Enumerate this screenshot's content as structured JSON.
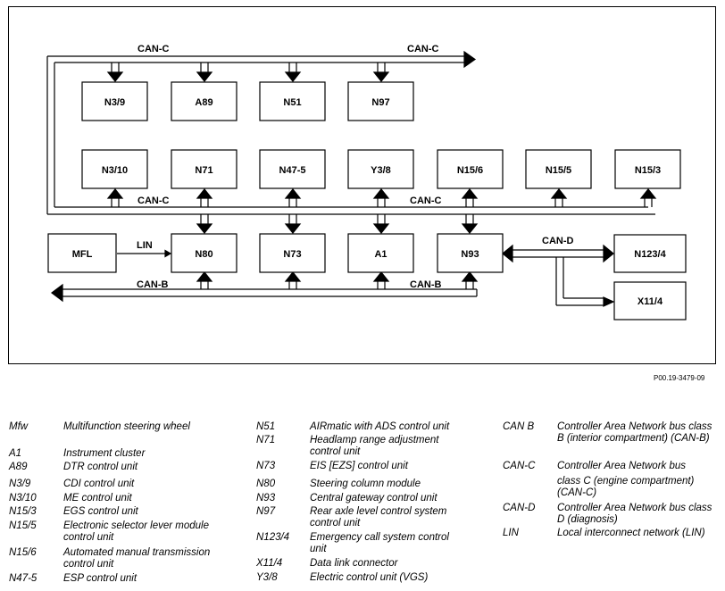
{
  "diagram": {
    "nodes": {
      "n3_9": "N3/9",
      "a89": "A89",
      "n51": "N51",
      "n97": "N97",
      "n3_10": "N3/10",
      "n71": "N71",
      "n47_5": "N47-5",
      "y3_8": "Y3/8",
      "n15_6": "N15/6",
      "n15_5": "N15/5",
      "n15_3": "N15/3",
      "mfl": "MFL",
      "n80": "N80",
      "n73": "N73",
      "a1": "A1",
      "n93": "N93",
      "n123_4": "N123/4",
      "x11_4": "X11/4"
    },
    "bus_labels": {
      "can_c_top_left": "CAN-C",
      "can_c_top_right": "CAN-C",
      "can_c_mid_left": "CAN-C",
      "can_c_mid_right": "CAN-C",
      "lin": "LIN",
      "can_d": "CAN-D",
      "can_b_left": "CAN-B",
      "can_b_right": "CAN-B"
    },
    "reference": "P00.19-3479-09"
  },
  "legend": {
    "col1": [
      {
        "code": "Mfw",
        "desc": "Multifunction steering wheel"
      },
      {
        "code": "A1",
        "desc": "Instrument cluster"
      },
      {
        "code": "A89",
        "desc": "DTR control unit"
      },
      {
        "code": "N3/9",
        "desc": "CDI control unit"
      },
      {
        "code": "N3/10",
        "desc": "ME control unit"
      },
      {
        "code": "N15/3",
        "desc": "EGS control unit"
      },
      {
        "code": "N15/5",
        "desc": "Electronic selector lever module control unit"
      },
      {
        "code": "N15/6",
        "desc": "Automated manual transmission control unit"
      },
      {
        "code": "N47-5",
        "desc": "ESP control unit"
      }
    ],
    "col2": [
      {
        "code": "N51",
        "desc": "AIRmatic with ADS control unit"
      },
      {
        "code": "N71",
        "desc": "Headlamp range adjustment control unit"
      },
      {
        "code": "N73",
        "desc": "EIS [EZS] control unit"
      },
      {
        "code": "N80",
        "desc": "Steering column module"
      },
      {
        "code": "N93",
        "desc": "Central gateway control unit"
      },
      {
        "code": "N97",
        "desc": "Rear axle level control system control unit"
      },
      {
        "code": "N123/4",
        "desc": "Emergency call system control unit"
      },
      {
        "code": "X11/4",
        "desc": "Data link connector"
      },
      {
        "code": "Y3/8",
        "desc": "Electric control unit (VGS)"
      }
    ],
    "col3": [
      {
        "code": "CAN B",
        "desc": "Controller Area Network bus class B (interior compartment) (CAN-B)"
      },
      {
        "code": "CAN-C",
        "desc": "Controller Area Network bus"
      },
      {
        "code": "",
        "desc": "class C (engine compartment) (CAN-C)"
      },
      {
        "code": "CAN-D",
        "desc": "Controller Area Network bus class D (diagnosis)"
      },
      {
        "code": "LIN",
        "desc": "Local interconnect network (LIN)"
      }
    ]
  }
}
